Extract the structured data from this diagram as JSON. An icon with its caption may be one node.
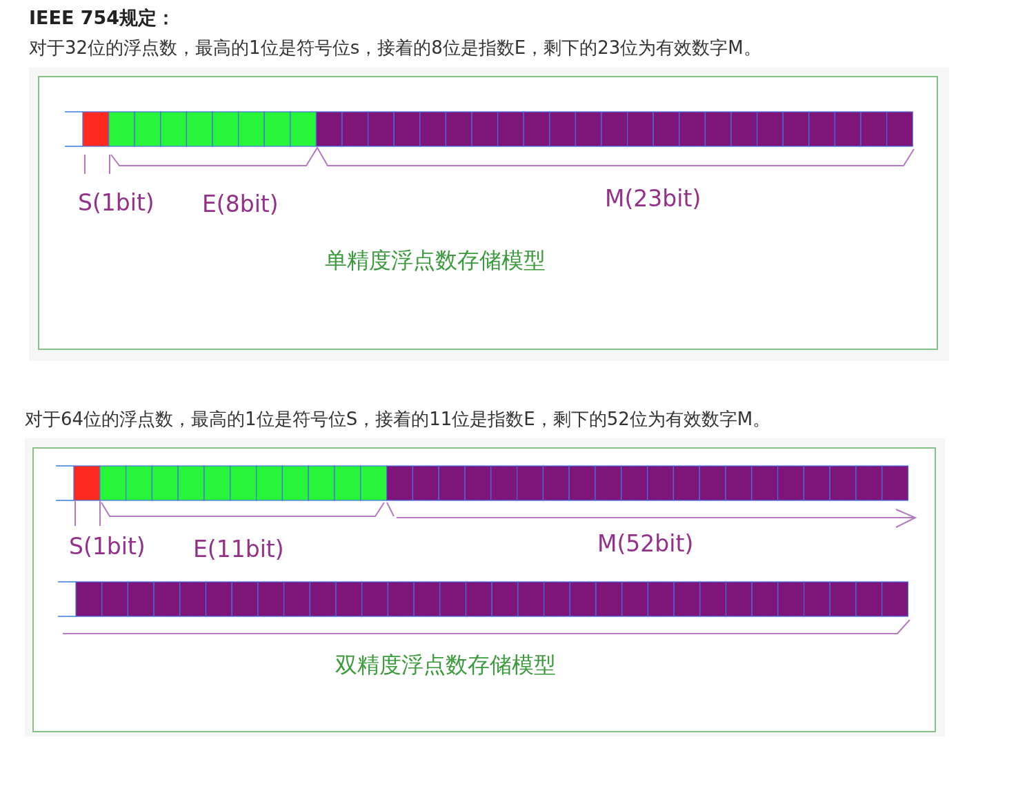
{
  "diagram": {
    "title": "IEEE 754规定：",
    "nodes": [
      {
        "text": [
          "S(1bit)",
          "E(8bit)",
          "M(23bit)",
          "单精度浮点数存储模型"
        ]
      },
      {
        "text": [
          "S(1bit)",
          "E(11bit)",
          "M(52bit)",
          "双精度浮点数存储模型"
        ]
      }
    ],
    "labels": [
      "对于32位的浮点数，最高的1位是符号位s，接着的8位是指数E，剩下的23位为有效数字M。",
      "对于64位的浮点数，最高的1位是符号位S，接着的11位是指数E，剩下的52位为有效数字M。"
    ]
  }
}
